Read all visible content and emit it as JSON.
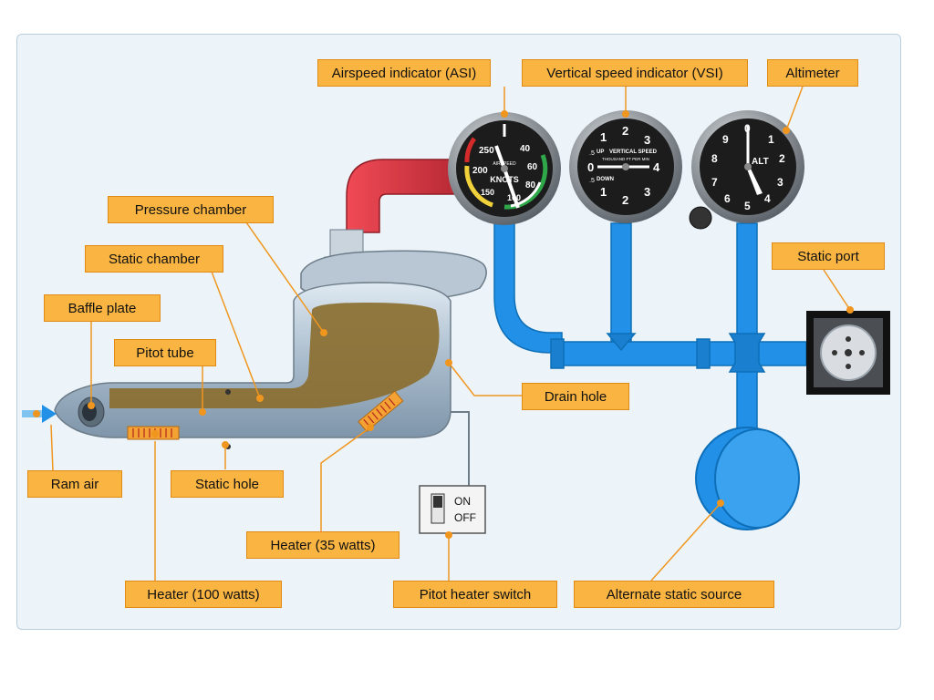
{
  "labels": {
    "asi": "Airspeed indicator (ASI)",
    "vsi": "Vertical speed indicator (VSI)",
    "altimeter": "Altimeter",
    "pressure_chamber": "Pressure chamber",
    "static_chamber": "Static chamber",
    "baffle_plate": "Baffle plate",
    "pitot_tube": "Pitot tube",
    "drain_hole": "Drain hole",
    "static_port": "Static port",
    "ram_air": "Ram air",
    "static_hole": "Static hole",
    "heater_35": "Heater (35 watts)",
    "heater_100": "Heater (100 watts)",
    "pitot_heater_switch": "Pitot heater switch",
    "alternate_static_source": "Alternate static source"
  },
  "switch": {
    "on": "ON",
    "off": "OFF"
  },
  "asi_face": {
    "unit": "KNOTS",
    "center": "AIRSPEED",
    "numbers": [
      "40",
      "60",
      "80",
      "100",
      "150",
      "200",
      "250"
    ]
  },
  "vsi_face": {
    "title": "VERTICAL SPEED",
    "subtitle": "THOUSAND FT PER MIN",
    "up": "UP",
    "down": "DOWN",
    "numbers": [
      "0",
      "1",
      "2",
      "3",
      "4",
      ".5"
    ]
  },
  "alt_face": {
    "center": "ALT",
    "numbers": [
      "0",
      "1",
      "2",
      "3",
      "4",
      "5",
      "6",
      "7",
      "8",
      "9"
    ]
  },
  "colors": {
    "callout": "#f9b441",
    "pitot_line": "#d23a45",
    "static_line": "#1f8ee0",
    "probe": "#b5c8d8",
    "chamber": "#8a6d2c",
    "gauge_face": "#1c1c1c"
  }
}
